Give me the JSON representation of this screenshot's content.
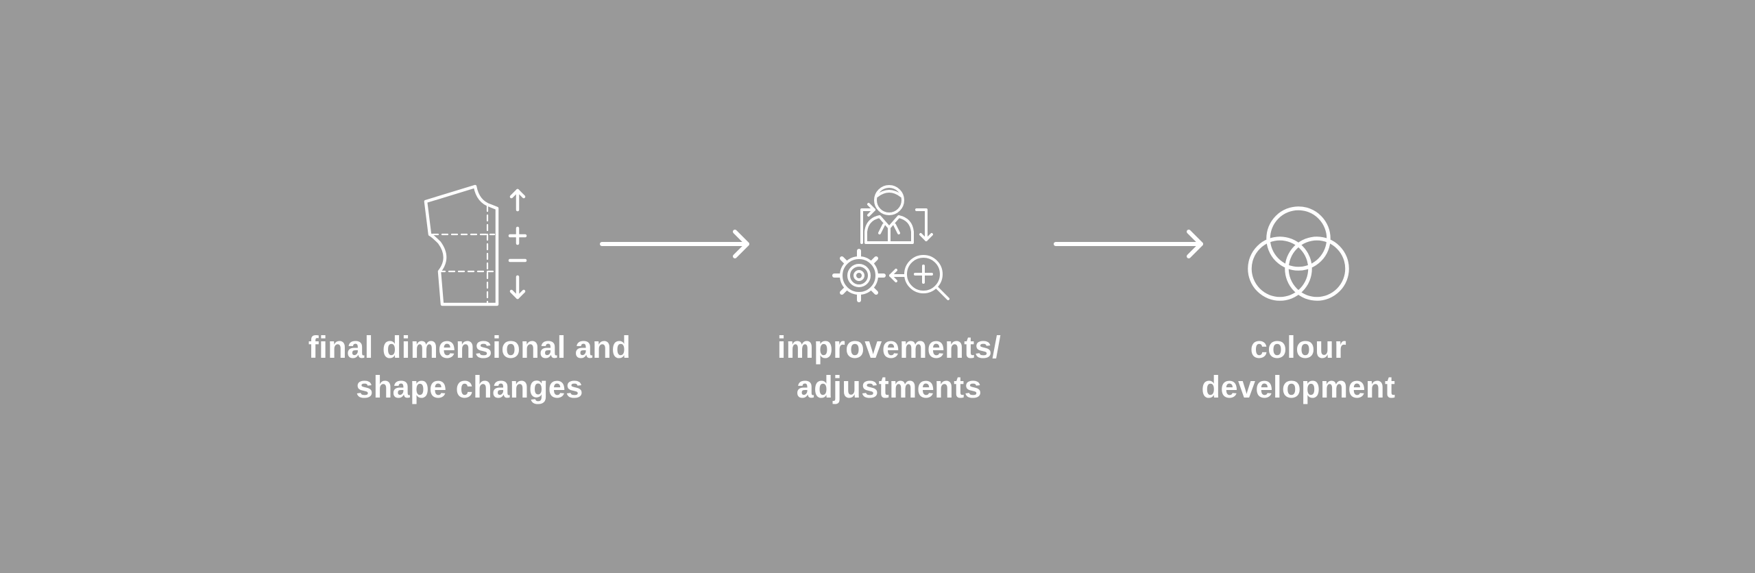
{
  "colors": {
    "background": "#999999",
    "foreground": "#ffffff"
  },
  "steps": [
    {
      "icon": "garment-pattern-resize-icon",
      "label_lines": [
        "final dimensional and",
        "shape changes"
      ]
    },
    {
      "icon": "person-gear-zoom-workflow-icon",
      "label_lines": [
        "improvements/",
        "adjustments"
      ]
    },
    {
      "icon": "color-circles-icon",
      "label_lines": [
        "colour",
        "development"
      ]
    }
  ],
  "connectors": [
    "arrow-right-icon",
    "arrow-right-icon"
  ]
}
